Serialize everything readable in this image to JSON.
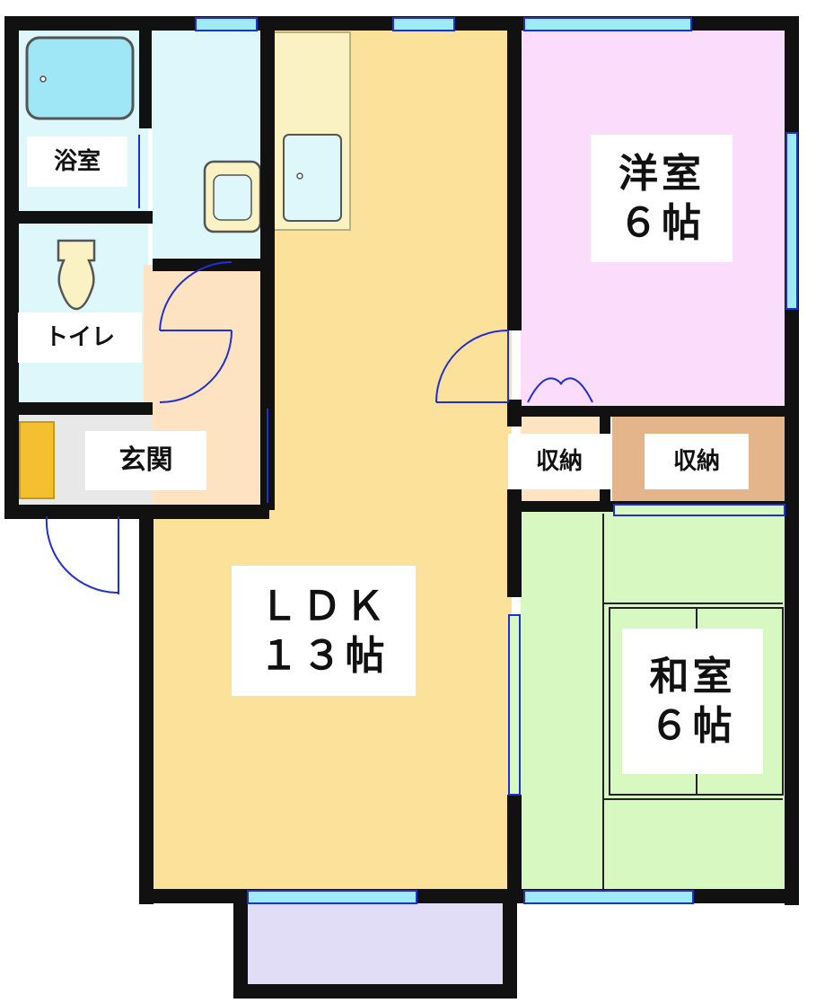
{
  "rooms": {
    "bath": "浴室",
    "toilet": "トイレ",
    "entrance": "玄関",
    "ldk": "ＬＤＫ\n１３帖",
    "western": "洋室\n６帖",
    "storage_a": "収納",
    "storage_b": "収納",
    "japanese": "和室\n６帖"
  },
  "colors": {
    "wall": "#111111",
    "ldk": "#fce19a",
    "western": "#fbdcfb",
    "japanese": "#d7f8c0",
    "wet": "#ddf7fb",
    "entrance": "#fde3c2",
    "storage": "#e4b58a",
    "balcony": "#e2ddf7",
    "window": "#1f2fd8",
    "glass": "#9eeaf6"
  }
}
